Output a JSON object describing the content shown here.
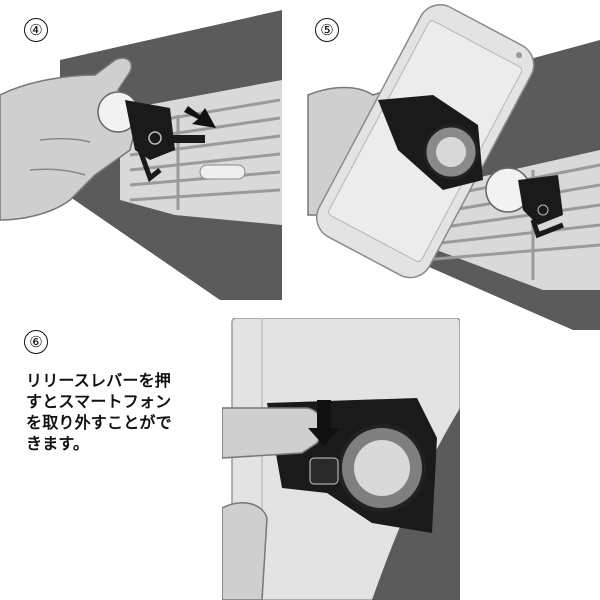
{
  "steps": [
    {
      "number": "④"
    },
    {
      "number": "⑤"
    },
    {
      "number": "⑥",
      "instruction_lines": [
        "リリースレバーを押",
        "すとスマートフォン",
        "を取り外すことがで",
        "きます。"
      ]
    }
  ]
}
